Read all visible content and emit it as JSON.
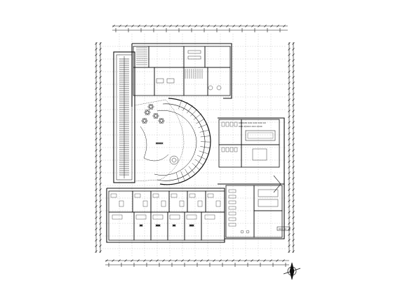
{
  "drawing": {
    "type": "architectural floor plan",
    "background": "#ffffff",
    "line_color": "#111111",
    "north_arrow_icon": "north-arrow-icon",
    "features": [
      "dimension lines with ticks",
      "column grid",
      "curved atrium wall",
      "landscaped courtyard",
      "rooms with furniture",
      "stairs"
    ]
  },
  "annotations": {
    "note_block_line_1": "XXXXXX XXX XXX XXX XX",
    "note_block_line_2": "XXX XXXXX XXX XXXX",
    "scale_label": "XXX XX",
    "court_label": "XXXXX",
    "room_label_a": "XX",
    "room_label_b": "XXX",
    "room_label_c": "XX",
    "room_label_d": "XXX"
  }
}
